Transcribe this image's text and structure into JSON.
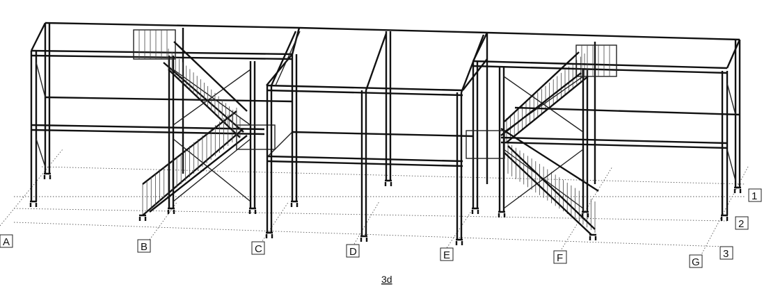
{
  "view_caption": "3d",
  "grid_tags": {
    "columns": [
      "A",
      "B",
      "C",
      "D",
      "E",
      "F",
      "G"
    ],
    "rows": [
      "1",
      "2",
      "3"
    ]
  }
}
